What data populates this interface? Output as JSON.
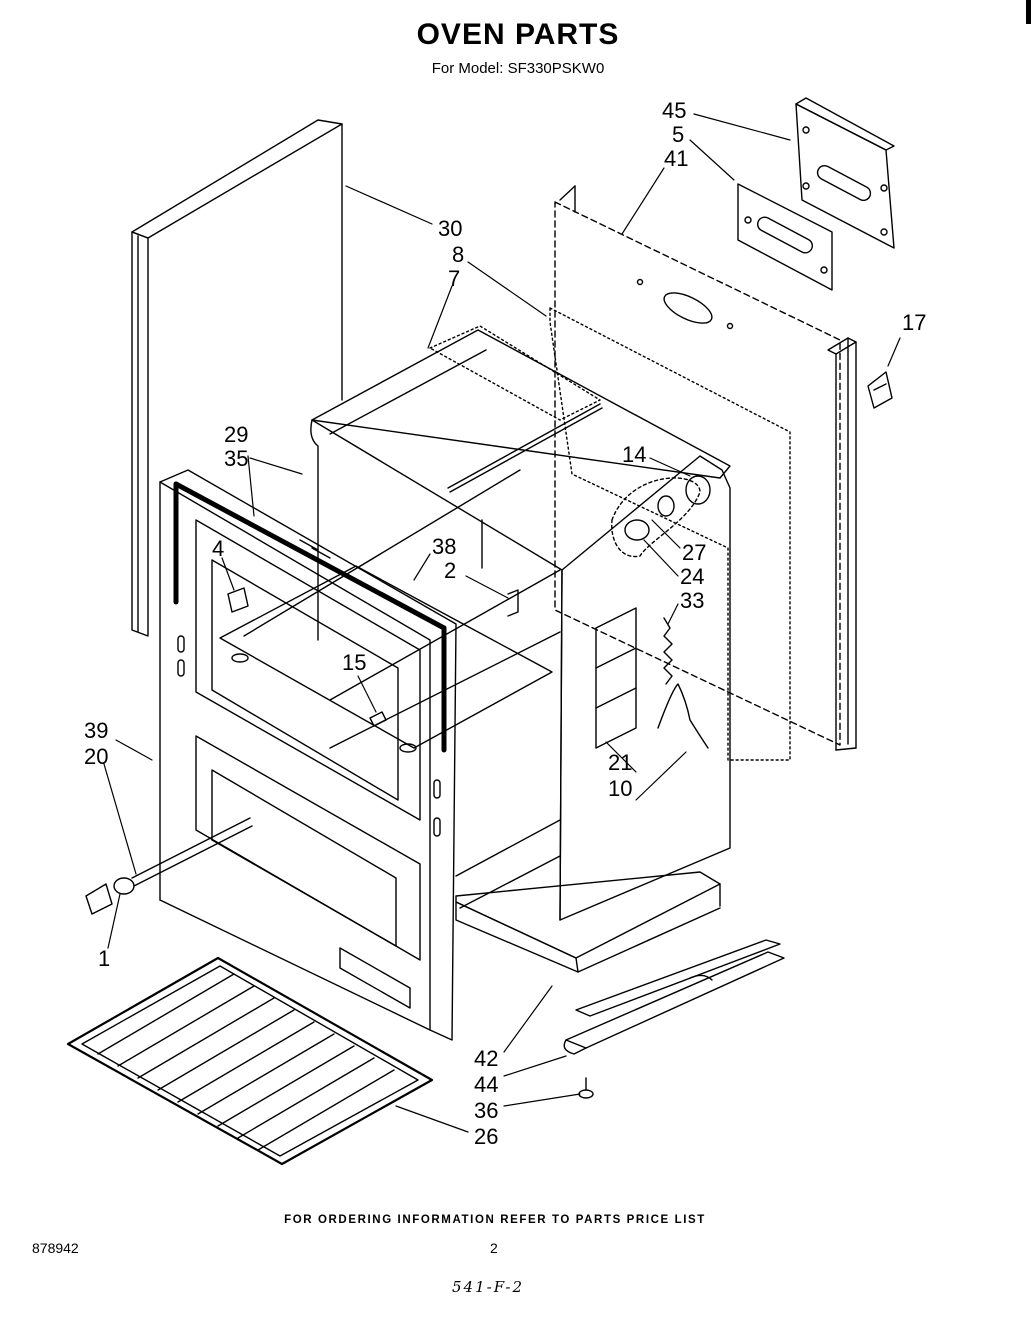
{
  "header": {
    "title": "OVEN PARTS",
    "model_prefix": "For Model:",
    "model_number": "SF330PSKW0"
  },
  "footer": {
    "ordering_note": "FOR ORDERING INFORMATION REFER TO PARTS PRICE LIST",
    "document_number": "878942",
    "page_number": "2",
    "handwritten_note": "541-F-2"
  },
  "callouts": {
    "n45": "45",
    "n5": "5",
    "n41": "41",
    "n30": "30",
    "n8": "8",
    "n7": "7",
    "n17": "17",
    "n29": "29",
    "n35": "35",
    "n14": "14",
    "n4": "4",
    "n38": "38",
    "n2": "2",
    "n27": "27",
    "n24": "24",
    "n33": "33",
    "n15": "15",
    "n39": "39",
    "n20": "20",
    "n21": "21",
    "n10": "10",
    "n1": "1",
    "n42": "42",
    "n44": "44",
    "n36": "36",
    "n26": "26"
  }
}
